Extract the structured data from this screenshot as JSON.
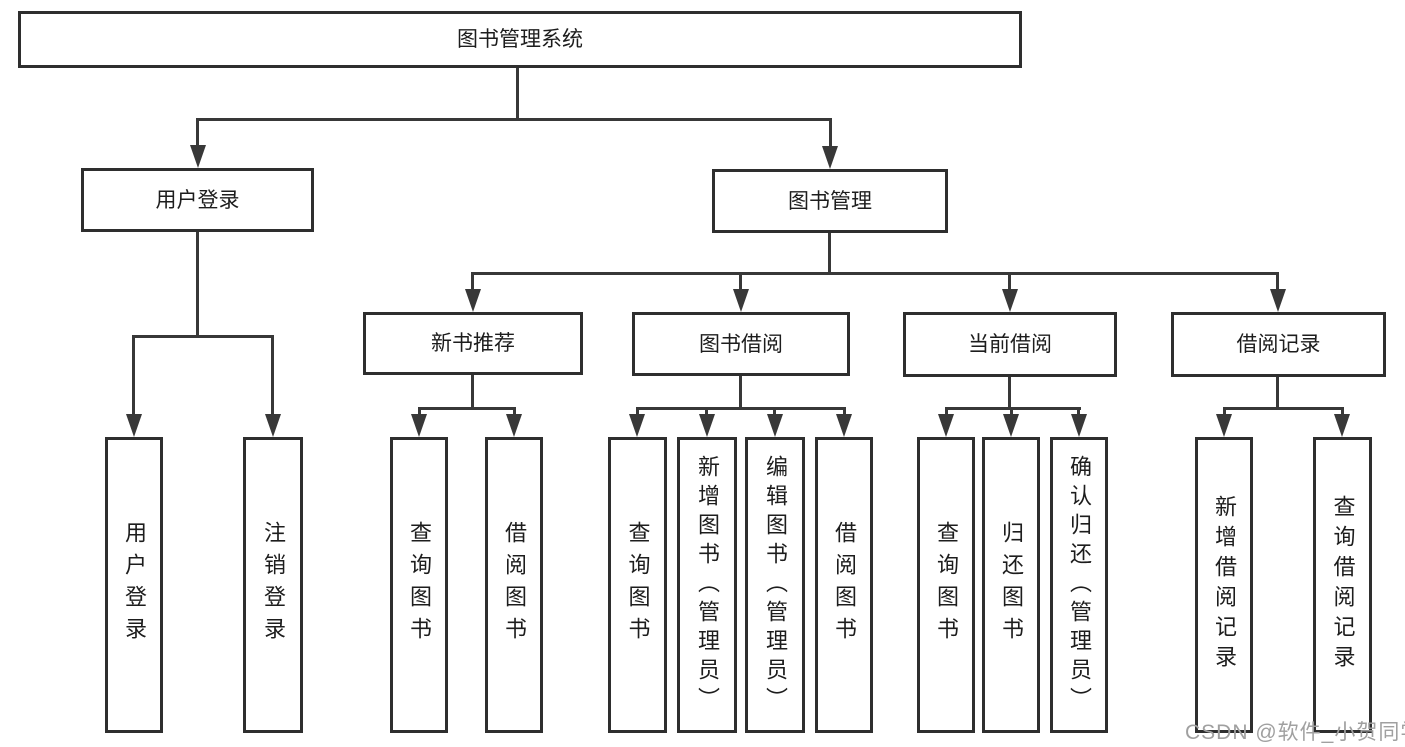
{
  "tree": {
    "root": "图书管理系统",
    "children": [
      {
        "label": "用户登录",
        "children": [
          "用户登录",
          "注销登录"
        ]
      },
      {
        "label": "图书管理",
        "children": [
          {
            "label": "新书推荐",
            "children": [
              "查询图书",
              "借阅图书"
            ]
          },
          {
            "label": "图书借阅",
            "children": [
              "查询图书",
              "新增图书（管理员）",
              "编辑图书（管理员）",
              "借阅图书"
            ]
          },
          {
            "label": "当前借阅",
            "children": [
              "查询图书",
              "归还图书",
              "确认归还（管理员）"
            ]
          },
          {
            "label": "借阅记录",
            "children": [
              "新增借阅记录",
              "查询借阅记录"
            ]
          }
        ]
      }
    ]
  },
  "icons": {
    "arrowhead": "solid-down-triangle"
  },
  "colors": {
    "line": "#383838",
    "border": "#2e2e2e",
    "text": "#1d1d1d",
    "background": "#ffffff",
    "watermark": "#a0a0a0"
  },
  "watermark": {
    "text": "CSDN @软件_小贺同学"
  }
}
